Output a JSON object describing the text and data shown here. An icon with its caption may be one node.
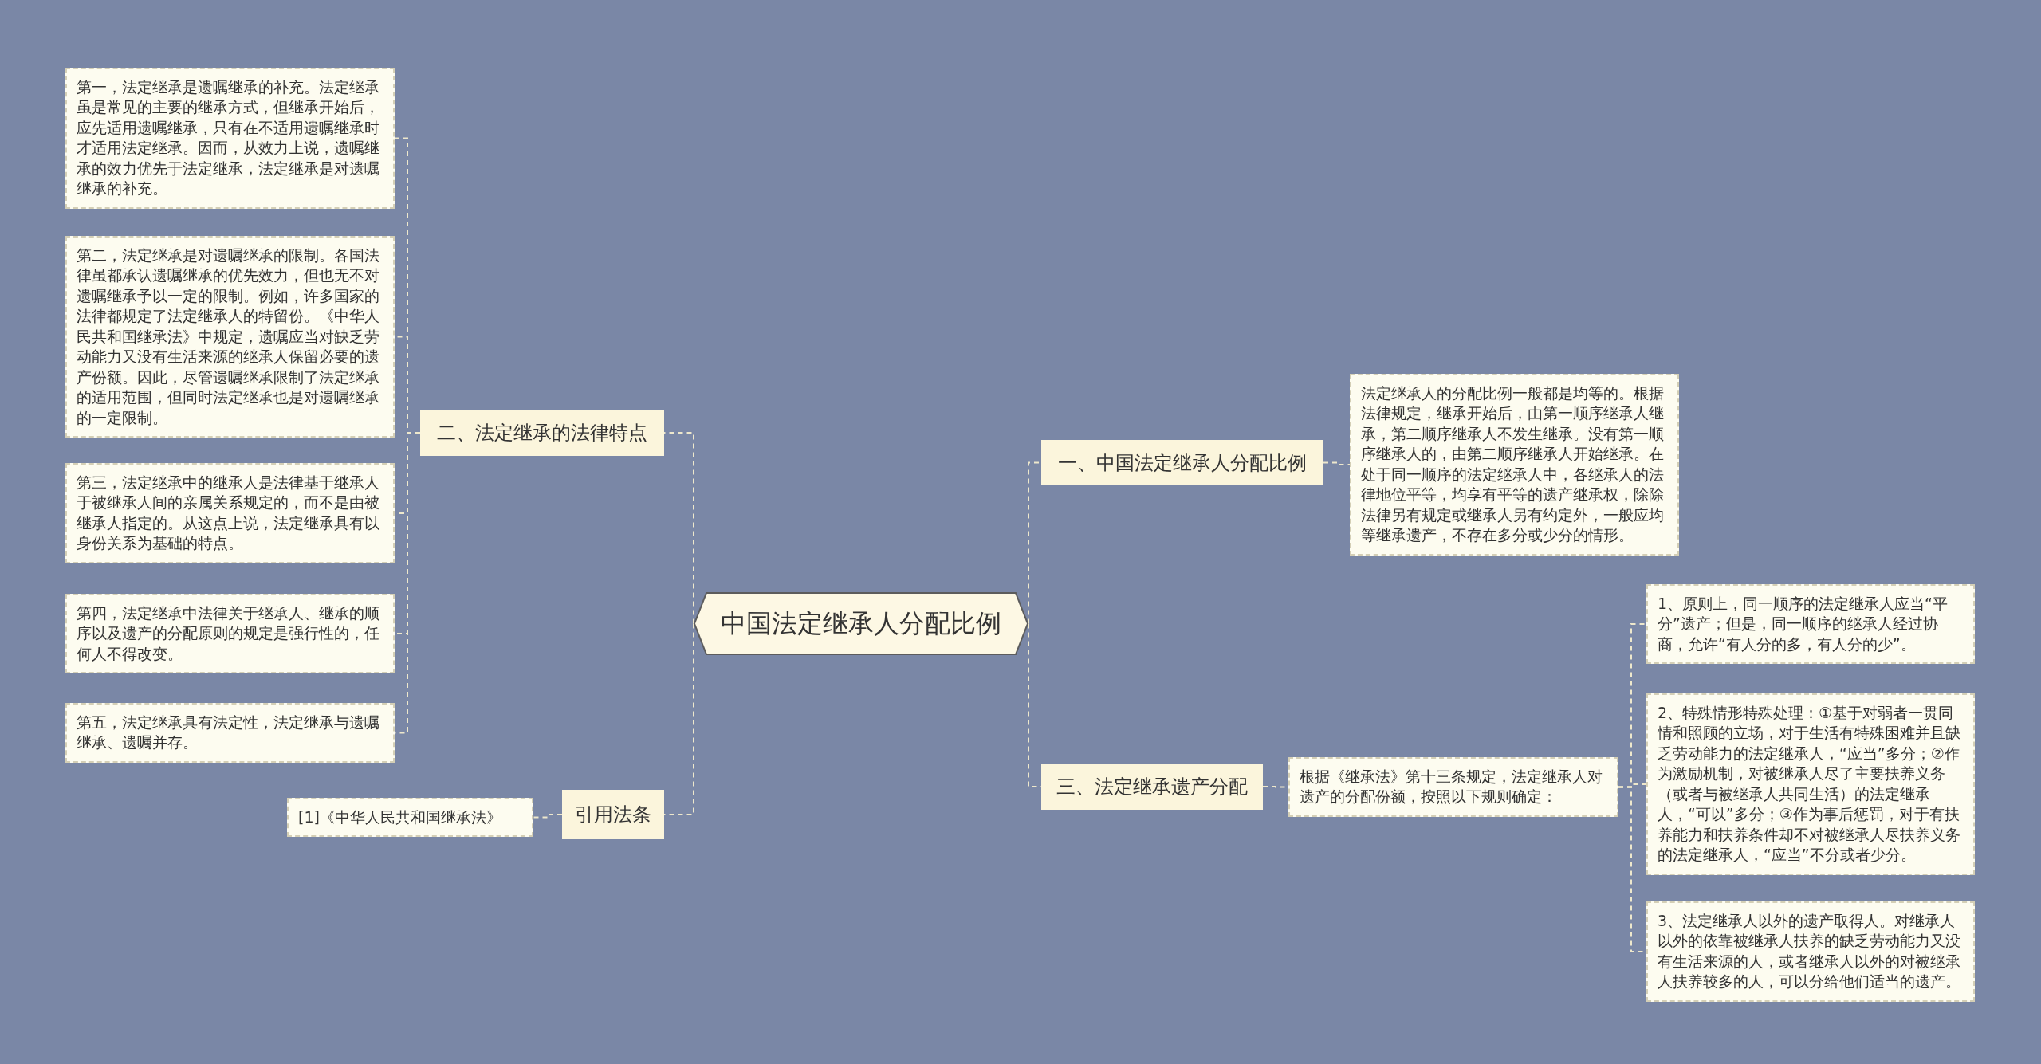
{
  "diagram": {
    "nodes": [
      {
        "text": [
          "中国法定继承人分配比例"
        ]
      },
      {
        "text": [
          "二、法定继承的法律特点"
        ]
      },
      {
        "text": [
          "第一，法定继承是遗嘱继承的补充。法定继承虽是常见的主要的继承方式，但继承开始后，应先适用遗嘱继承，只有在不适用遗嘱继承时才适用法定继承。因而，从效力上说，遗嘱继承的效力优先于法定继承，法定继承是对遗嘱继承的补充。"
        ]
      },
      {
        "text": [
          "第二，法定继承是对遗嘱继承的限制。各国法律虽都承认遗嘱继承的优先效力，但也无不对遗嘱继承予以一定的限制。例如，许多国家的法律都规定了法定继承人的特留份。《中华人民共和国继承法》中规定，遗嘱应当对缺乏劳动能力又没有生活来源的继承人保留必要的遗产份额。因此，尽管遗嘱继承限制了法定继承的适用范围，但同时法定继承也是对遗嘱继承的一定限制。"
        ]
      },
      {
        "text": [
          "第三，法定继承中的继承人是法律基于继承人于被继承人间的亲属关系规定的，而不是由被继承人指定的。从这点上说，法定继承具有以身份关系为基础的特点。"
        ]
      },
      {
        "text": [
          "第四，法定继承中法律关于继承人、继承的顺序以及遗产的分配原则的规定是强行性的，任何人不得改变。"
        ]
      },
      {
        "text": [
          "第五，法定继承具有法定性，法定继承与遗嘱继承、遗嘱并存。"
        ]
      },
      {
        "text": [
          "引用法条"
        ]
      },
      {
        "text": [
          "[1]《中华人民共和国继承法》"
        ]
      },
      {
        "text": [
          "一、中国法定继承人分配比例"
        ]
      },
      {
        "text": [
          "法定继承人的分配比例一般都是均等的。根据法律规定，继承开始后，由第一顺序继承人继承，第二顺序继承人不发生继承。没有第一顺序继承人的，由第二顺序继承人开始继承。在处于同一顺序的法定继承人中，各继承人的法律地位平等，均享有平等的遗产继承权，除除法律另有规定或继承人另有约定外，一般应均等继承遗产，不存在多分或少分的情形。"
        ]
      },
      {
        "text": [
          "三、法定继承遗产分配"
        ]
      },
      {
        "text": [
          "根据《继承法》第十三条规定，法定继承人对遗产的分配份额，按照以下规则确定："
        ]
      },
      {
        "text": [
          "1、原则上，同一顺序的法定继承人应当“平分”遗产；但是，同一顺序的继承人经过协商，允许“有人分的多，有人分的少”。"
        ]
      },
      {
        "text": [
          "2、特殊情形特殊处理：①基于对弱者一贯同情和照顾的立场，对于生活有特殊困难并且缺乏劳动能力的法定继承人，“应当”多分；②作为激励机制，对被继承人尽了主要扶养义务（或者与被继承人共同生活）的法定继承人，“可以”多分；③作为事后惩罚，对于有扶养能力和扶养条件却不对被继承人尽扶养义务的法定继承人，“应当”不分或者少分。"
        ]
      },
      {
        "text": [
          "3、法定继承人以外的遗产取得人。对继承人以外的依靠被继承人扶养的缺乏劳动能力又没有生活来源的人，或者继承人以外的对被继承人扶养较多的人，可以分给他们适当的遗产。"
        ]
      }
    ],
    "edges": [
      {
        "from": 0,
        "to": 1,
        "arrow": "none"
      },
      {
        "from": 1,
        "to": 2,
        "arrow": "none"
      },
      {
        "from": 1,
        "to": 3,
        "arrow": "none"
      },
      {
        "from": 1,
        "to": 4,
        "arrow": "none"
      },
      {
        "from": 1,
        "to": 5,
        "arrow": "none"
      },
      {
        "from": 1,
        "to": 6,
        "arrow": "none"
      },
      {
        "from": 0,
        "to": 7,
        "arrow": "none"
      },
      {
        "from": 7,
        "to": 8,
        "arrow": "none"
      },
      {
        "from": 0,
        "to": 9,
        "arrow": "none"
      },
      {
        "from": 9,
        "to": 10,
        "arrow": "none"
      },
      {
        "from": 0,
        "to": 11,
        "arrow": "none"
      },
      {
        "from": 11,
        "to": 12,
        "arrow": "none"
      },
      {
        "from": 12,
        "to": 13,
        "arrow": "none"
      },
      {
        "from": 12,
        "to": 14,
        "arrow": "none"
      },
      {
        "from": 12,
        "to": 15,
        "arrow": "none"
      }
    ]
  }
}
